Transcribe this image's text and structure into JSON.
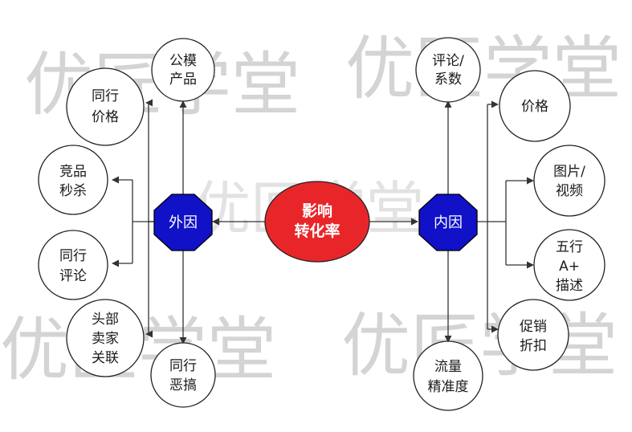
{
  "watermark": "优匠学堂",
  "colors": {
    "center": "#e8262a",
    "hub": "#1111c8",
    "line": "#333333"
  },
  "center": {
    "line1": "影响",
    "line2": "转化率"
  },
  "left_hub": {
    "label": "外因"
  },
  "right_hub": {
    "label": "内因"
  },
  "left_nodes": {
    "public_mold": [
      "公模",
      "产品"
    ],
    "peer_price": [
      "同行",
      "价格"
    ],
    "competitor_flash": [
      "竞品",
      "秒杀"
    ],
    "peer_reviews": [
      "同行",
      "评论"
    ],
    "top_seller_link": [
      "头部",
      "卖家",
      "关联"
    ],
    "peer_sabotage": [
      "同行",
      "恶搞"
    ]
  },
  "right_nodes": {
    "review_score": [
      "评论/",
      "系数"
    ],
    "price": [
      "价格"
    ],
    "images_video": [
      "图片/",
      "视频"
    ],
    "five_line_desc": [
      "五行",
      "A+",
      "描述"
    ],
    "promo_discount": [
      "促销",
      "折扣"
    ],
    "traffic_precision": [
      "流量",
      "精准度"
    ]
  }
}
